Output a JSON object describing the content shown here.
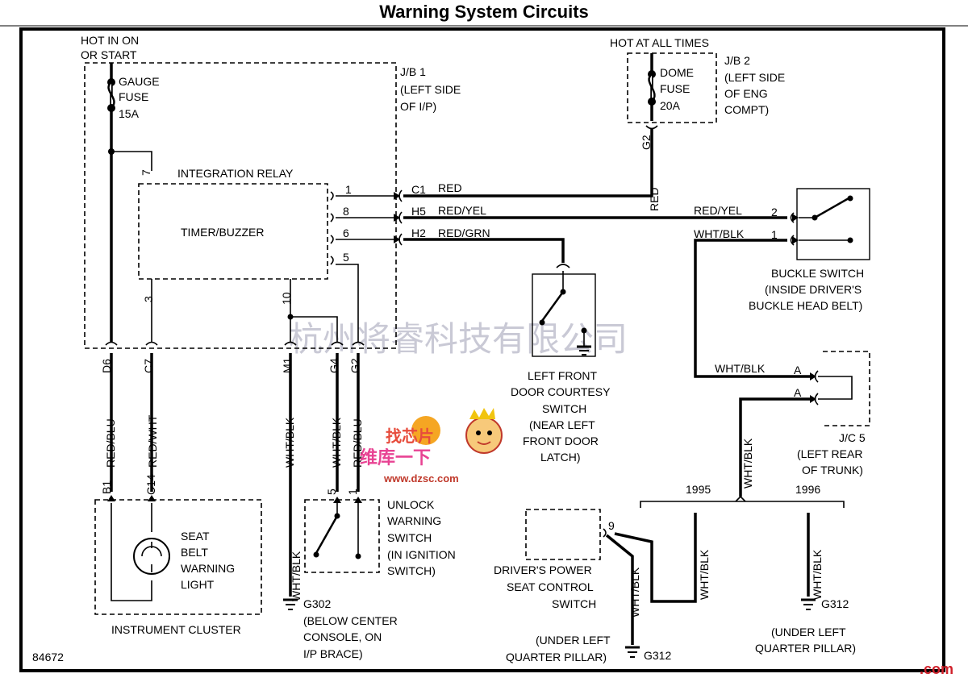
{
  "title": "Warning System Circuits",
  "figure_number": "84672",
  "watermark_text": "杭州将睿科技有限公司",
  "watermark_logo": {
    "top": "找芯片",
    "bottom": "维库一下",
    "url": "www.dzsc.com"
  },
  "corner_mark": ".com",
  "power": {
    "hot_in_on": "HOT IN ON",
    "or_start": "OR START",
    "hot_at_all_times": "HOT AT ALL TIMES"
  },
  "fuses": {
    "gauge": [
      "GAUGE",
      "FUSE",
      "15A"
    ],
    "dome": [
      "DOME",
      "FUSE",
      "20A"
    ]
  },
  "junction_blocks": {
    "jb1": [
      "J/B 1",
      "(LEFT SIDE",
      "OF I/P)"
    ],
    "jb2": [
      "J/B 2",
      "(LEFT SIDE",
      "OF ENG",
      "COMPT)"
    ],
    "jc5": [
      "J/C 5",
      "(LEFT REAR",
      "OF TRUNK)"
    ]
  },
  "relay": {
    "name": "INTEGRATION RELAY",
    "inner": "TIMER/BUZZER"
  },
  "pins": [
    "1",
    "8",
    "6",
    "5",
    "7",
    "3",
    "10",
    "9",
    "2",
    "1",
    "A",
    "A",
    "5",
    "1"
  ],
  "connectors": [
    "C1",
    "H5",
    "H2",
    "G2",
    "D6",
    "C7",
    "M1",
    "G4",
    "G2",
    "B1",
    "C14"
  ],
  "wire_colors": {
    "red": "RED",
    "red_yel": "RED/YEL",
    "red_grn": "RED/GRN",
    "wht_blk": "WHT/BLK",
    "red_blu": "RED/BLU",
    "red_wht": "RED/WHT"
  },
  "components": {
    "buckle_switch": [
      "BUCKLE SWITCH",
      "(INSIDE DRIVER'S",
      "BUCKLE HEAD BELT)"
    ],
    "door_switch": [
      "LEFT FRONT",
      "DOOR COURTESY",
      "SWITCH",
      "(NEAR LEFT",
      "FRONT DOOR",
      "LATCH)"
    ],
    "unlock_switch": [
      "UNLOCK",
      "WARNING",
      "SWITCH",
      "(IN IGNITION",
      "SWITCH)"
    ],
    "seat_belt_light": [
      "SEAT",
      "BELT",
      "WARNING",
      "LIGHT"
    ],
    "instrument_cluster": "INSTRUMENT CLUSTER",
    "power_seat_switch": [
      "DRIVER'S POWER",
      "SEAT CONTROL",
      "SWITCH"
    ]
  },
  "years": [
    "1995",
    "1996"
  ],
  "grounds": {
    "g302": {
      "id": "G302",
      "loc": [
        "(BELOW CENTER",
        "CONSOLE, ON",
        "I/P BRACE)"
      ]
    },
    "g312a": {
      "id": "G312",
      "loc": [
        "(UNDER LEFT",
        "QUARTER PILLAR)"
      ]
    },
    "g312b": {
      "id": "G312",
      "loc": [
        "(UNDER LEFT",
        "QUARTER PILLAR)"
      ]
    }
  }
}
